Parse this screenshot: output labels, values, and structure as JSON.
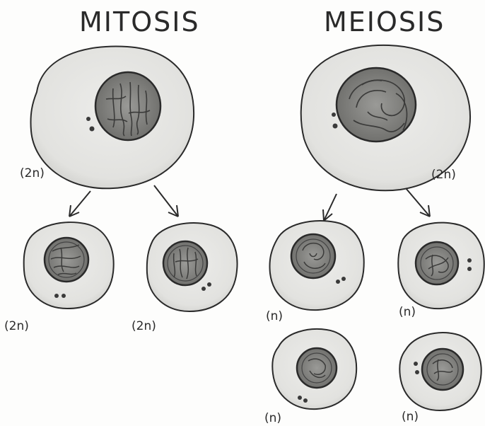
{
  "diagram": {
    "colors": {
      "ink": "#2a2a2a",
      "cytoplasm": "#e6e6e3",
      "nucleus": "#8d8d8a",
      "nucleus_dark": "#6f6f6c",
      "organelle": "#3a3a3a"
    },
    "mitosis": {
      "title": "MITOSIS",
      "parent_label": "(2n)",
      "daughter_left_label": "(2n)",
      "daughter_right_label": "(2n)"
    },
    "meiosis": {
      "title": "MEIOSIS",
      "parent_label": "(2n)",
      "gamete_labels": [
        "(n)",
        "(n)",
        "(n)",
        "(n)"
      ]
    }
  }
}
